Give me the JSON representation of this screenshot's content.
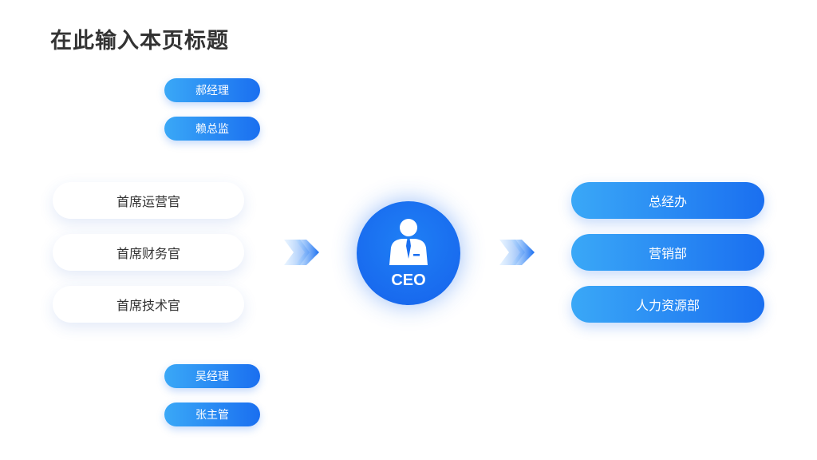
{
  "page": {
    "title": "在此输入本页标题"
  },
  "colors": {
    "accent_start": "#3aa8f7",
    "accent_end": "#1a6ff0",
    "title_text": "#333333",
    "card_text": "#333333"
  },
  "top_managers": [
    {
      "label": "郝经理"
    },
    {
      "label": "赖总监"
    }
  ],
  "left_chiefs": [
    {
      "label": "首席运营官"
    },
    {
      "label": "首席财务官"
    },
    {
      "label": "首席技术官"
    }
  ],
  "bottom_managers": [
    {
      "label": "吴经理"
    },
    {
      "label": "张主管"
    }
  ],
  "center": {
    "label": "CEO",
    "icon": "businessman-icon"
  },
  "right_departments": [
    {
      "label": "总经办"
    },
    {
      "label": "营销部"
    },
    {
      "label": "人力资源部"
    }
  ],
  "connectors": {
    "icon": "double-chevron-arrow-icon"
  }
}
